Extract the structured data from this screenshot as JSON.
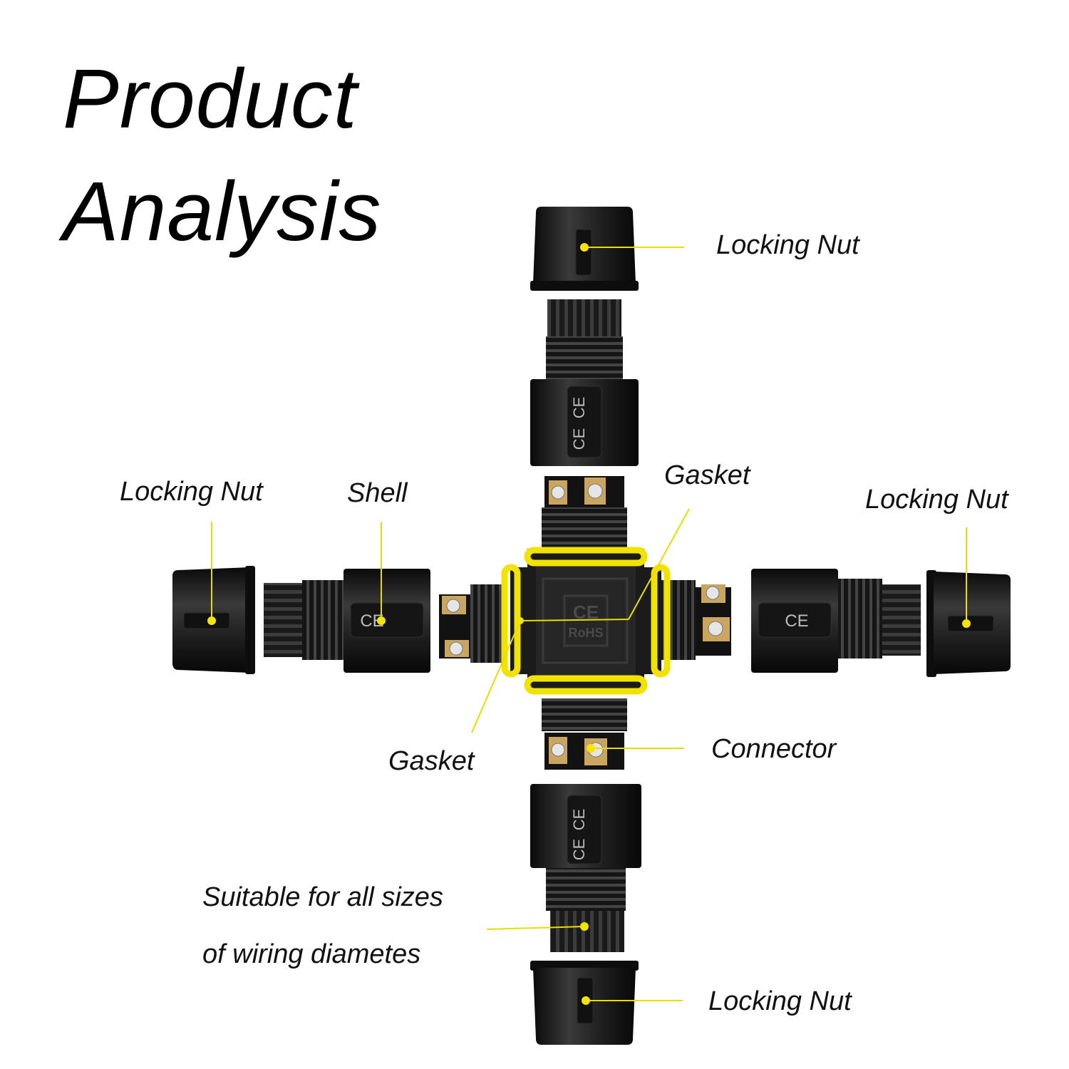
{
  "title": {
    "line1": "Product",
    "line2": "Analysis"
  },
  "labels": {
    "locking_nut_top": "Locking Nut",
    "locking_nut_left": "Locking Nut",
    "shell": "Shell",
    "gasket_top": "Gasket",
    "locking_nut_right": "Locking Nut",
    "gasket_bottom": "Gasket",
    "connector": "Connector",
    "suitable_line1": "Suitable for all sizes",
    "suitable_line2": "of wiring diametes",
    "locking_nut_bottom": "Locking Nut"
  },
  "center_marks": {
    "ce": "CE",
    "rohs": "RoHS"
  },
  "colors": {
    "plastic": "#1e1e1e",
    "plastic_dark": "#0c0c0c",
    "plastic_light": "#3a3a3a",
    "gasket": "#f2e200",
    "leader": "#e8dc00",
    "screw": "#c9a560"
  }
}
